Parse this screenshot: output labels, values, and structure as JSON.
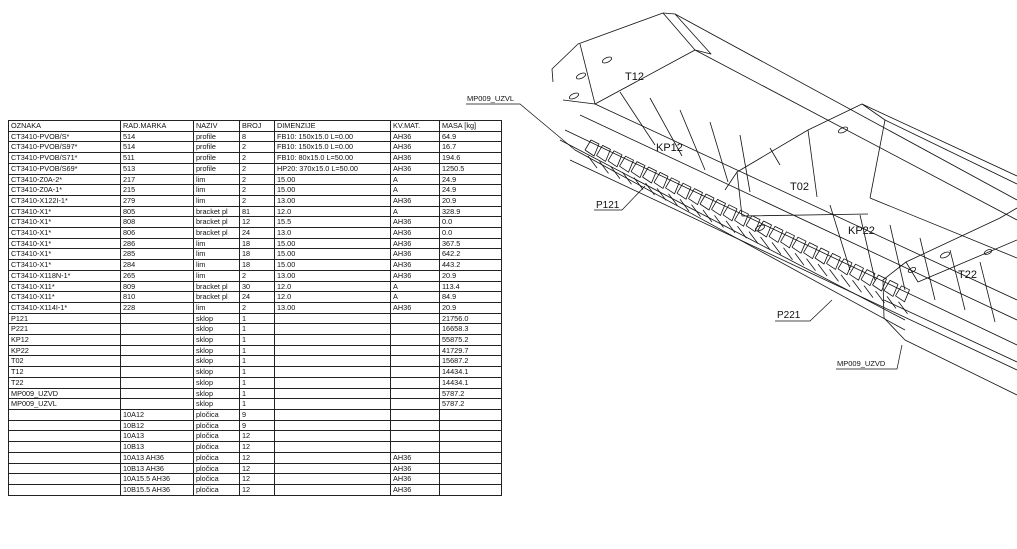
{
  "table": {
    "headers": [
      "OZNAKA",
      "RAD.MARKA",
      "NAZIV",
      "BROJ",
      "DIMENZIJE",
      "KV.MAT.",
      "MASA [kg]"
    ],
    "rows": [
      [
        "CT3410-PVOB/S*",
        "514",
        "profile",
        "8",
        "FB10: 150x15.0 L=0.00",
        "AH36",
        "64.9"
      ],
      [
        "CT3410-PVOB/S97*",
        "514",
        "profile",
        "2",
        "FB10: 150x15.0 L=0.00",
        "AH36",
        "16.7"
      ],
      [
        "CT3410-PVOB/S71*",
        "511",
        "profile",
        "2",
        "FB10: 80x15.0 L=50.00",
        "AH36",
        "194.6"
      ],
      [
        "CT3410-PVOB/S69*",
        "513",
        "profile",
        "2",
        "HP20: 370x15.0 L=50.00",
        "AH36",
        "1250.5"
      ],
      [
        "CT3410-Z0A-2*",
        "217",
        "lim",
        "2",
        "15.00",
        "A",
        "24.9"
      ],
      [
        "CT3410-Z0A-1*",
        "215",
        "lim",
        "2",
        "15.00",
        "A",
        "24.9"
      ],
      [
        "CT3410-X122I-1*",
        "279",
        "lim",
        "2",
        "13.00",
        "AH36",
        "20.9"
      ],
      [
        "CT3410-X1*",
        "805",
        "bracket pl",
        "81",
        "12.0",
        "A",
        "328.9"
      ],
      [
        "CT3410-X1*",
        "808",
        "bracket pl",
        "12",
        "15.5",
        "AH36",
        "0.0"
      ],
      [
        "CT3410-X1*",
        "806",
        "bracket pl",
        "24",
        "13.0",
        "AH36",
        "0.0"
      ],
      [
        "CT3410-X1*",
        "286",
        "lim",
        "18",
        "15.00",
        "AH36",
        "367.5"
      ],
      [
        "CT3410-X1*",
        "285",
        "lim",
        "18",
        "15.00",
        "AH36",
        "642.2"
      ],
      [
        "CT3410-X1*",
        "284",
        "lim",
        "18",
        "15.00",
        "AH36",
        "443.2"
      ],
      [
        "CT3410-X118N-1*",
        "265",
        "lim",
        "2",
        "13.00",
        "AH36",
        "20.9"
      ],
      [
        "CT3410-X11*",
        "809",
        "bracket pl",
        "30",
        "12.0",
        "A",
        "113.4"
      ],
      [
        "CT3410-X11*",
        "810",
        "bracket pl",
        "24",
        "12.0",
        "A",
        "84.9"
      ],
      [
        "CT3410-X114I-1*",
        "228",
        "lim",
        "2",
        "13.00",
        "AH36",
        "20.9"
      ],
      [
        "P121",
        "",
        "sklop",
        "1",
        "",
        "",
        "21756.0"
      ],
      [
        "P221",
        "",
        "sklop",
        "1",
        "",
        "",
        "16658.3"
      ],
      [
        "KP12",
        "",
        "sklop",
        "1",
        "",
        "",
        "55875.2"
      ],
      [
        "KP22",
        "",
        "sklop",
        "1",
        "",
        "",
        "41729.7"
      ],
      [
        "T02",
        "",
        "sklop",
        "1",
        "",
        "",
        "15687.2"
      ],
      [
        "T12",
        "",
        "sklop",
        "1",
        "",
        "",
        "14434.1"
      ],
      [
        "T22",
        "",
        "sklop",
        "1",
        "",
        "",
        "14434.1"
      ],
      [
        "MP009_UZVD",
        "",
        "sklop",
        "1",
        "",
        "",
        "5787.2"
      ],
      [
        "MP009_UZVL",
        "",
        "sklop",
        "1",
        "",
        "",
        "5787.2"
      ],
      [
        "",
        "10A12",
        "pločica",
        "9",
        "",
        "",
        ""
      ],
      [
        "",
        "10B12",
        "pločica",
        "9",
        "",
        "",
        ""
      ],
      [
        "",
        "10A13",
        "pločica",
        "12",
        "",
        "",
        ""
      ],
      [
        "",
        "10B13",
        "pločica",
        "12",
        "",
        "",
        ""
      ],
      [
        "",
        "10A13 AH36",
        "pločica",
        "12",
        "",
        "AH36",
        ""
      ],
      [
        "",
        "10B13 AH36",
        "pločica",
        "12",
        "",
        "AH36",
        ""
      ],
      [
        "",
        "10A15.5 AH36",
        "pločica",
        "12",
        "",
        "AH36",
        ""
      ],
      [
        "",
        "10B15.5 AH36",
        "pločica",
        "12",
        "",
        "AH36",
        ""
      ]
    ]
  },
  "drawing": {
    "labels": {
      "t12": "T12",
      "kp12": "KP12",
      "t02": "T02",
      "kp22": "KP22",
      "t22": "T22",
      "p121": "P121",
      "p221": "P221",
      "mp_uzvl": "MP009_UZVL",
      "mp_uzvd": "MP009_UZVD"
    }
  }
}
